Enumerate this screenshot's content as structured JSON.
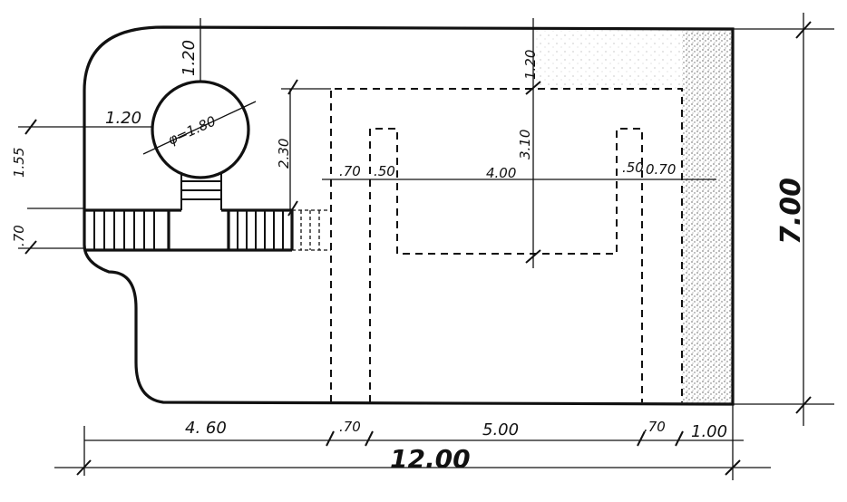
{
  "dimensions": {
    "total_width": "12.00",
    "total_height": "7.00",
    "bottom_left": "4. 60",
    "bottom_gap_left": ".70",
    "bottom_middle": "5.00",
    "bottom_gap_right": ".70",
    "bottom_right": "1.00",
    "top_offset": "1.20",
    "left_offset": "1.20",
    "circle_diameter": "φ=1.80",
    "inner_top_gap": "1.20",
    "inner_left_height": "2.30",
    "inner_depth": "3.10",
    "inner_width": "4.00",
    "gap_a": ".70",
    "gap_b": ".50",
    "gap_c": ".50",
    "gap_d": "0.70",
    "left_side_upper": "1.55",
    "left_side_lower": ".70"
  },
  "colors": {
    "ink": "#111111",
    "hatch_fill": "#9a9a9a"
  }
}
